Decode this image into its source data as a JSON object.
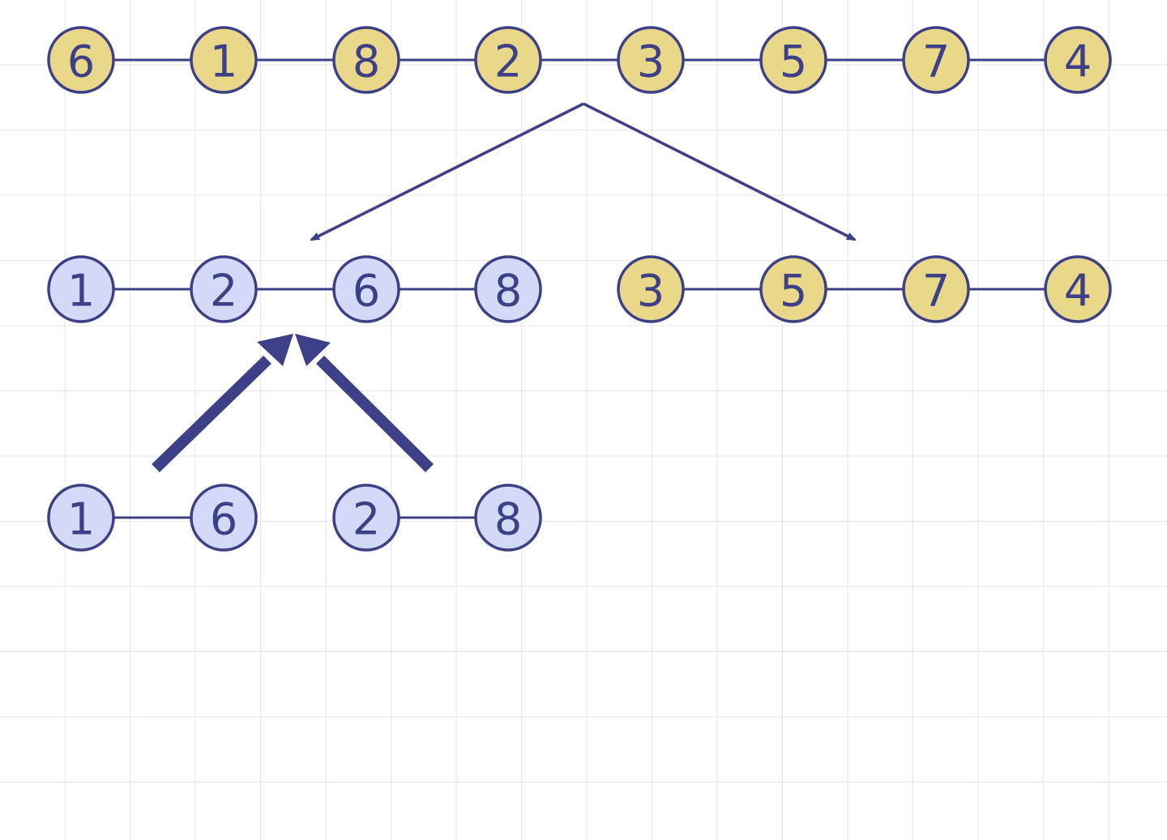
{
  "colors": {
    "ink": "#3d3f87",
    "yellow_fill": "#e9d78a",
    "blue_fill": "#d3daf7",
    "grid": "#e6e6ee"
  },
  "rows": [
    {
      "name": "row-top",
      "groups": [
        {
          "fill": "yellow",
          "values": [
            "6",
            "1",
            "8",
            "2",
            "3",
            "5",
            "7",
            "4"
          ]
        }
      ]
    },
    {
      "name": "row-middle",
      "groups": [
        {
          "fill": "blue",
          "values": [
            "1",
            "2",
            "6",
            "8"
          ]
        },
        {
          "fill": "yellow",
          "values": [
            "3",
            "5",
            "7",
            "4"
          ]
        }
      ]
    },
    {
      "name": "row-bottom",
      "groups": [
        {
          "fill": "blue",
          "values": [
            "1",
            "6"
          ]
        },
        {
          "fill": "blue",
          "values": [
            "2",
            "8"
          ]
        }
      ]
    }
  ]
}
